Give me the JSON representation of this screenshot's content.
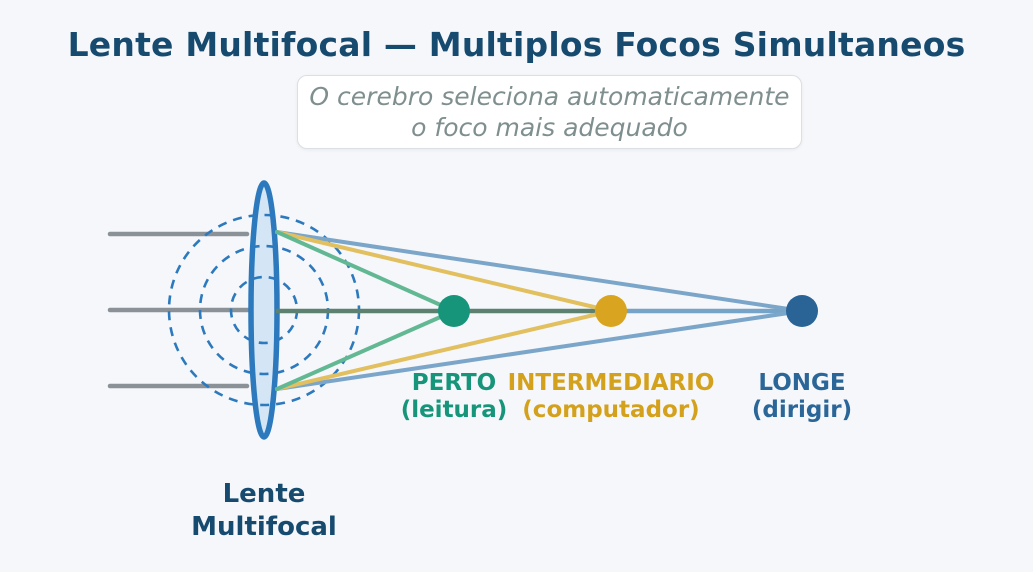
{
  "title": "Lente Multifocal — Multiplos Focos Simultaneos",
  "subtitle": {
    "line1": "O cerebro seleciona automaticamente",
    "line2": "o foco mais adequado"
  },
  "lens": {
    "label_line1": "Lente",
    "label_line2": "Multifocal"
  },
  "focal_points": [
    {
      "id": "near",
      "name": "PERTO",
      "sub": "(leitura)",
      "color": "#16957a",
      "ray_color": "#63b894"
    },
    {
      "id": "intermediate",
      "name": "INTERMEDIARIO",
      "sub": "(computador)",
      "color": "#d9a520",
      "ray_color": "#e2c05f"
    },
    {
      "id": "far",
      "name": "LONGE",
      "sub": "(dirigir)",
      "color": "#2a6496",
      "ray_color": "#7ba6c9"
    }
  ],
  "colors": {
    "background": "#f5f7fa",
    "title_text": "#164a6e",
    "subtitle_text": "#7f8e8e",
    "lens_fill": "#d4e6f6",
    "lens_stroke": "#2d79bd",
    "zone_circle_stroke": "#2d79bd",
    "incoming_ray": "#8a9197",
    "axis_near_segment": "#5d8170",
    "axis_far_segment": "#76a3c8"
  }
}
